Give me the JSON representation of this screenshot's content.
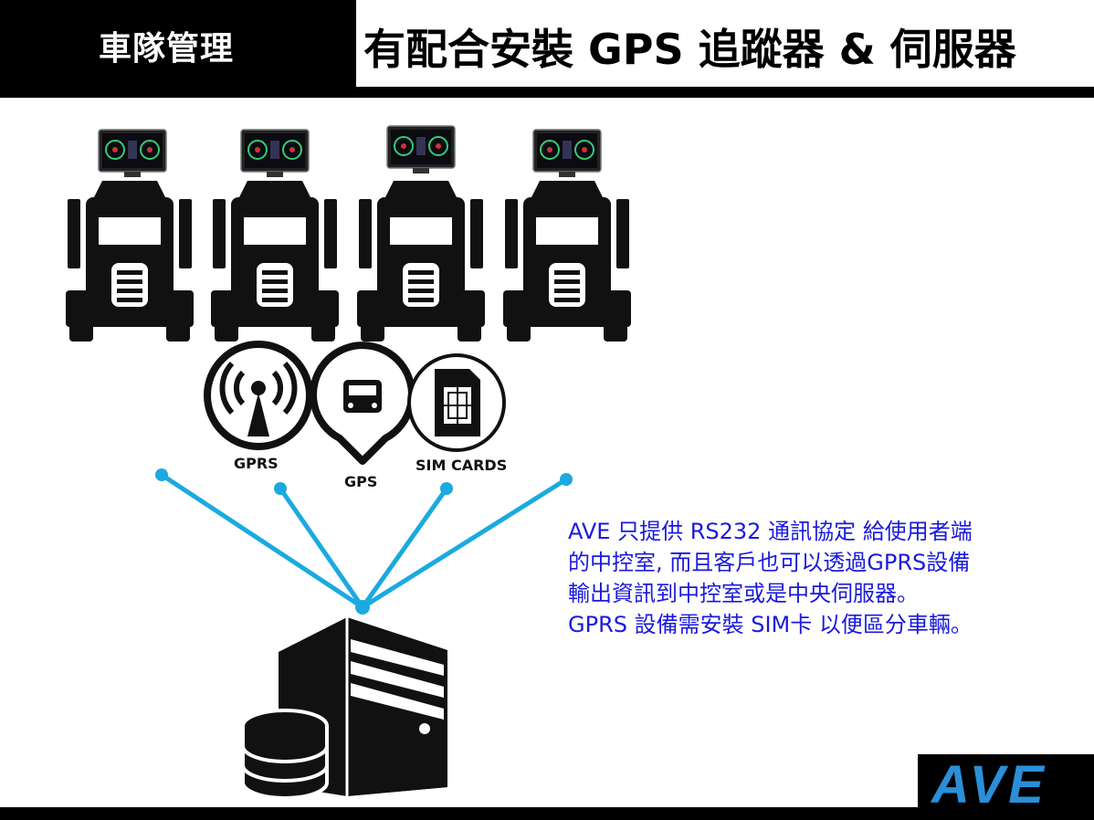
{
  "header": {
    "section_label": "車隊管理",
    "title": "有配合安裝 GPS 追蹤器 & 伺服器"
  },
  "icons": {
    "gprs_label": "GPRS",
    "gps_label": "GPS",
    "sim_label": "SIM CARDS"
  },
  "description": {
    "line1": "AVE 只提供 RS232 通訊協定 給使用者端",
    "line2": "的中控室, 而且客戶也可以透過GPRS設備",
    "line3": "輸出資訊到中控室或是中央伺服器。",
    "line4": "GPRS 設備需安裝 SIM卡 以便區分車輛。"
  },
  "logo": {
    "text": "AVE"
  },
  "colors": {
    "accent": "#1a1adc",
    "link_line": "#1aaae0",
    "logo_blue": "#2a8fd8"
  }
}
